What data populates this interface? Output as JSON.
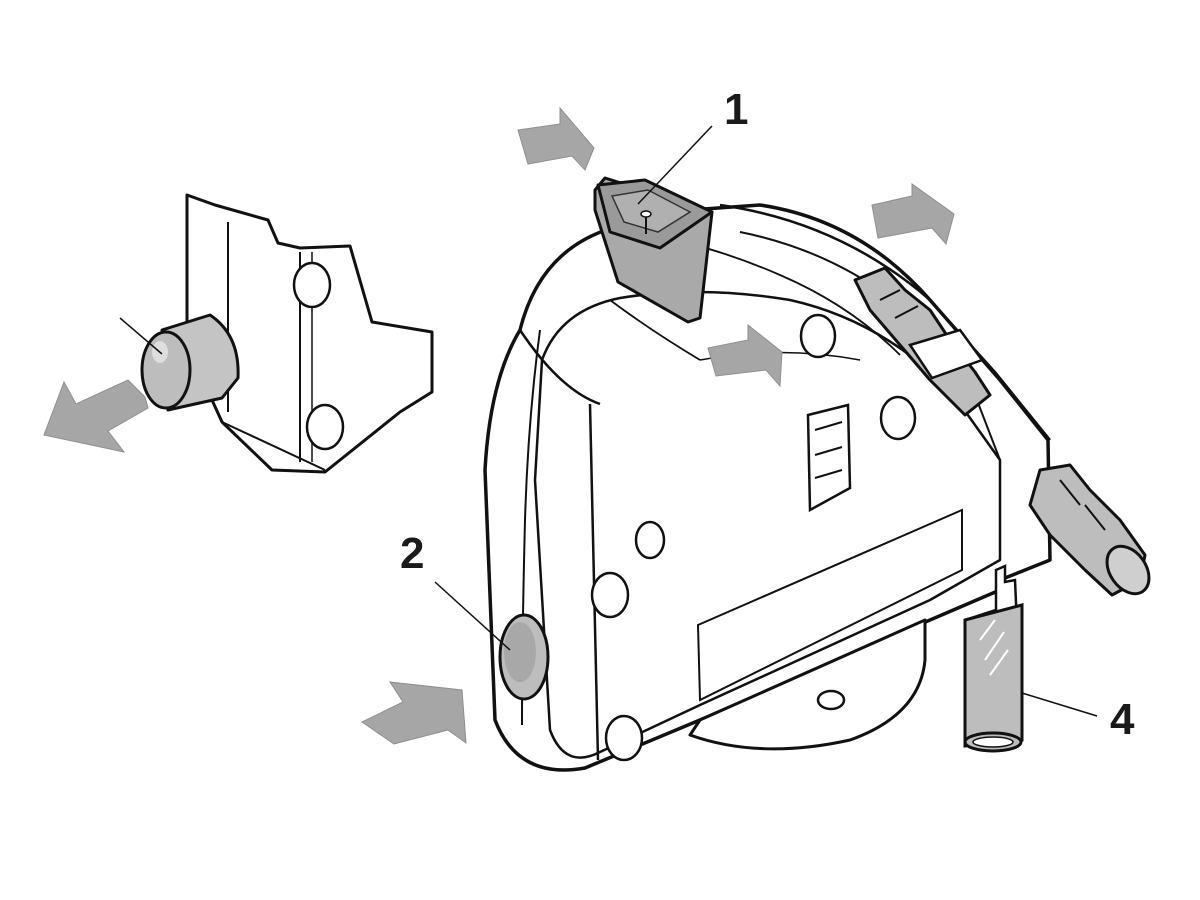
{
  "callouts": {
    "one": "1",
    "two": "2",
    "four": "4"
  },
  "colors": {
    "outline": "#111111",
    "arrow_fill": "#a6a6a6",
    "part_fill": "#bdbdbd",
    "body_fill": "#ffffff",
    "background": "#ffffff"
  },
  "icons": {
    "direction_arrow": "arrow-icon",
    "button": "push-button-icon"
  }
}
